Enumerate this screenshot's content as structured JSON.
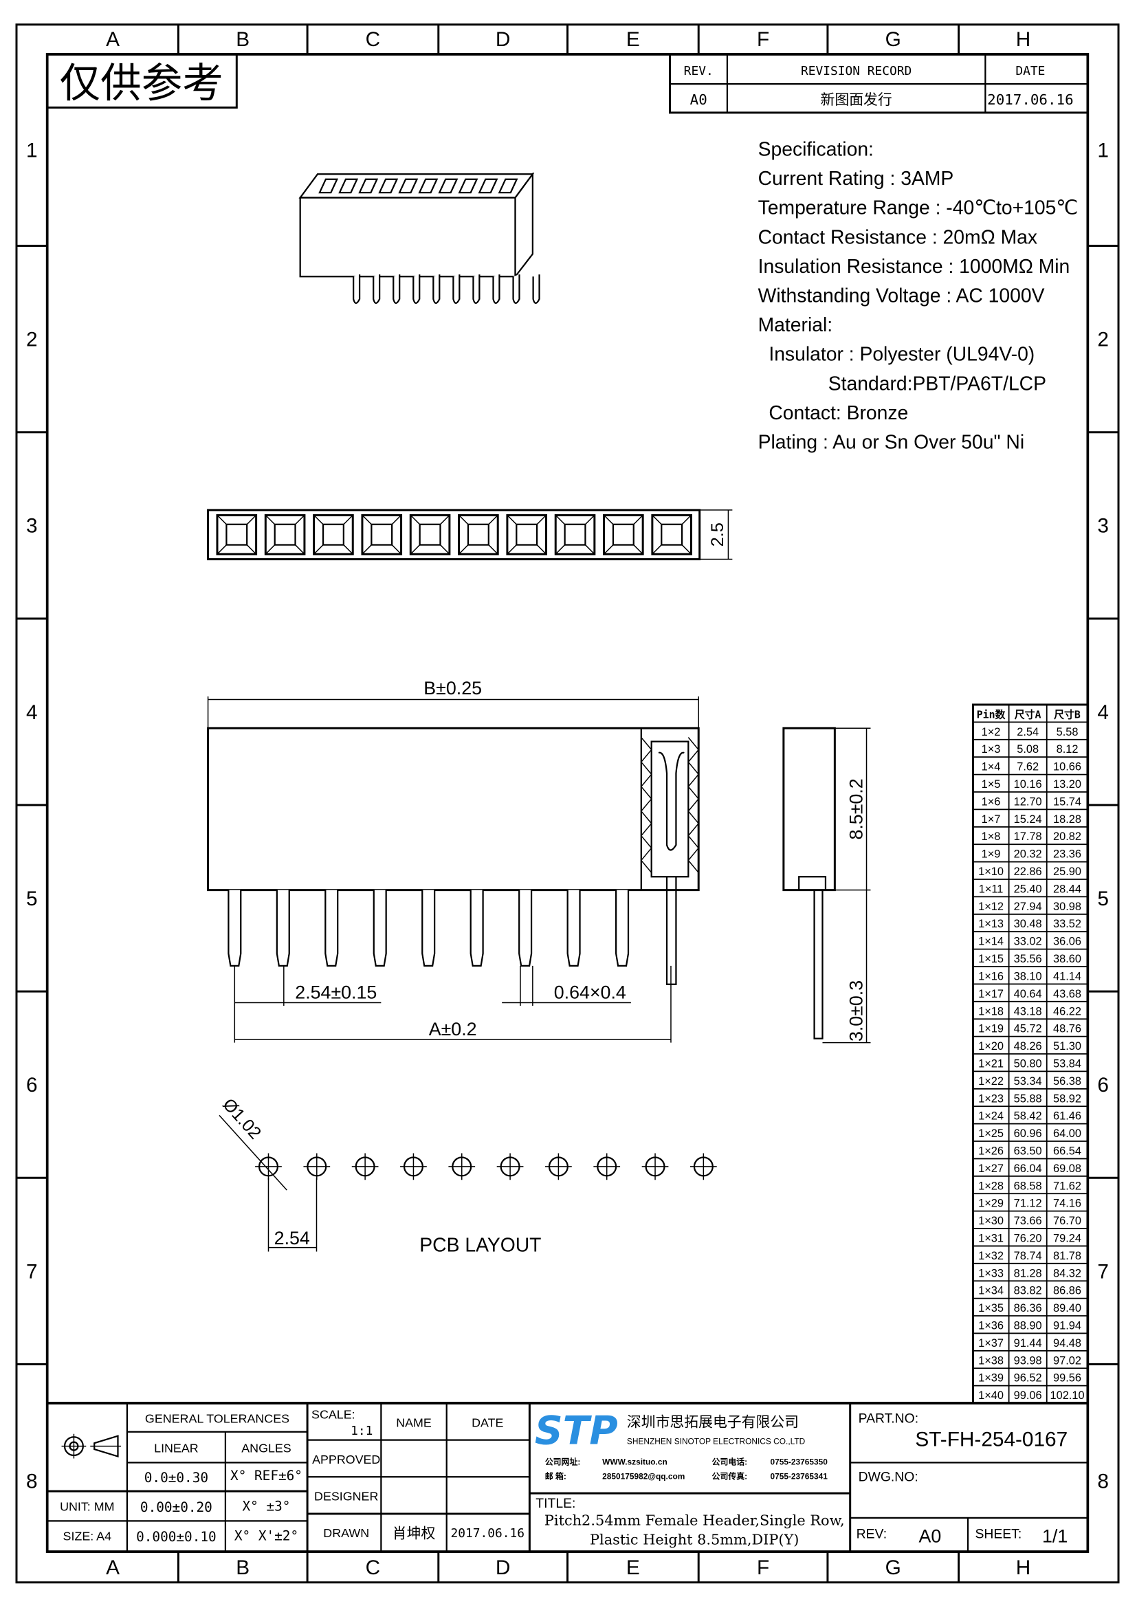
{
  "frame": {
    "columns": [
      "A",
      "B",
      "C",
      "D",
      "E",
      "F",
      "G",
      "H"
    ],
    "rows": [
      "1",
      "2",
      "3",
      "4",
      "5",
      "6",
      "7",
      "8"
    ]
  },
  "watermark": "仅供参考",
  "revision": {
    "headers": {
      "rev": "REV.",
      "record": "REVISION RECORD",
      "date": "DATE"
    },
    "row": {
      "rev": "A0",
      "record": "新图面发行",
      "date": "2017.06.16"
    }
  },
  "spec": {
    "lines": [
      "Specification:",
      "Current Rating : 3AMP",
      "Temperature Range : -40℃to+105℃",
      "Contact Resistance : 20mΩ Max",
      "Insulation Resistance : 1000MΩ Min",
      "Withstanding Voltage : AC 1000V",
      "Material:",
      "  Insulator : Polyester (UL94V-0)",
      "             Standard:PBT/PA6T/LCP",
      "  Contact: Bronze",
      "Plating : Au or Sn Over 50u\" Ni"
    ]
  },
  "dimensions": {
    "top_height": "2.5",
    "b_len": "B±0.25",
    "pitch": "2.54±0.15",
    "pin_size": "0.64×0.4",
    "a_len": "A±0.2",
    "height": "8.5±0.2",
    "tail": "3.0±0.3",
    "hole_dia": "Ø1.02",
    "pcb_pitch": "2.54",
    "pcb_label": "PCB LAYOUT"
  },
  "size_table": {
    "headers": [
      "Pin数",
      "尺寸A",
      "尺寸B"
    ],
    "rows": [
      [
        "1×2",
        "2.54",
        "5.58"
      ],
      [
        "1×3",
        "5.08",
        "8.12"
      ],
      [
        "1×4",
        "7.62",
        "10.66"
      ],
      [
        "1×5",
        "10.16",
        "13.20"
      ],
      [
        "1×6",
        "12.70",
        "15.74"
      ],
      [
        "1×7",
        "15.24",
        "18.28"
      ],
      [
        "1×8",
        "17.78",
        "20.82"
      ],
      [
        "1×9",
        "20.32",
        "23.36"
      ],
      [
        "1×10",
        "22.86",
        "25.90"
      ],
      [
        "1×11",
        "25.40",
        "28.44"
      ],
      [
        "1×12",
        "27.94",
        "30.98"
      ],
      [
        "1×13",
        "30.48",
        "33.52"
      ],
      [
        "1×14",
        "33.02",
        "36.06"
      ],
      [
        "1×15",
        "35.56",
        "38.60"
      ],
      [
        "1×16",
        "38.10",
        "41.14"
      ],
      [
        "1×17",
        "40.64",
        "43.68"
      ],
      [
        "1×18",
        "43.18",
        "46.22"
      ],
      [
        "1×19",
        "45.72",
        "48.76"
      ],
      [
        "1×20",
        "48.26",
        "51.30"
      ],
      [
        "1×21",
        "50.80",
        "53.84"
      ],
      [
        "1×22",
        "53.34",
        "56.38"
      ],
      [
        "1×23",
        "55.88",
        "58.92"
      ],
      [
        "1×24",
        "58.42",
        "61.46"
      ],
      [
        "1×25",
        "60.96",
        "64.00"
      ],
      [
        "1×26",
        "63.50",
        "66.54"
      ],
      [
        "1×27",
        "66.04",
        "69.08"
      ],
      [
        "1×28",
        "68.58",
        "71.62"
      ],
      [
        "1×29",
        "71.12",
        "74.16"
      ],
      [
        "1×30",
        "73.66",
        "76.70"
      ],
      [
        "1×31",
        "76.20",
        "79.24"
      ],
      [
        "1×32",
        "78.74",
        "81.78"
      ],
      [
        "1×33",
        "81.28",
        "84.32"
      ],
      [
        "1×34",
        "83.82",
        "86.86"
      ],
      [
        "1×35",
        "86.36",
        "89.40"
      ],
      [
        "1×36",
        "88.90",
        "91.94"
      ],
      [
        "1×37",
        "91.44",
        "94.48"
      ],
      [
        "1×38",
        "93.98",
        "97.02"
      ],
      [
        "1×39",
        "96.52",
        "99.56"
      ],
      [
        "1×40",
        "99.06",
        "102.10"
      ]
    ]
  },
  "title_block": {
    "tol_title": "GENERAL TOLERANCES",
    "linear": "LINEAR",
    "angles": "ANGLES",
    "tol_rows": [
      [
        "0.0±0.30",
        "X° REF±6°"
      ],
      [
        "0.00±0.20",
        "X° ±3°"
      ],
      [
        "0.000±0.10",
        "X° X'±2°"
      ]
    ],
    "unit": "UNIT: MM",
    "size": "SIZE: A4",
    "scale_label": "SCALE:",
    "scale_value": "1:1",
    "name": "NAME",
    "date": "DATE",
    "approved": "APPROVED",
    "designer": "DESIGNER",
    "drawn": "DRAWN",
    "drawn_name": "肖坤权",
    "drawn_date": "2017.06.16",
    "logo": "STP",
    "company_cn": "深圳市思拓展电子有限公司",
    "company_en": "SHENZHEN SINOTOP ELECTRONICS CO.,LTD",
    "contact": {
      "web_label": "公司网址:",
      "web": "WWW.szsituo.cn",
      "mail_label": "邮    箱:",
      "mail": "2850175982@qq.com",
      "tel_label": "公司电话:",
      "tel": "0755-23765350",
      "fax_label": "公司传真:",
      "fax": "0755-23765341"
    },
    "title_label": "TITLE:",
    "title_line1": "Pitch2.54mm Female Header,Single Row,",
    "title_line2": "Plastic Height 8.5mm,DIP(Y)",
    "part_label": "PART.NO:",
    "part_no": "ST-FH-254-0167",
    "dwg_label": "DWG.NO:",
    "rev_label": "REV:",
    "rev": "A0",
    "sheet_label": "SHEET:",
    "sheet": "1/1"
  },
  "colors": {
    "logo": "#2a8fe0",
    "ink": "#000000"
  }
}
